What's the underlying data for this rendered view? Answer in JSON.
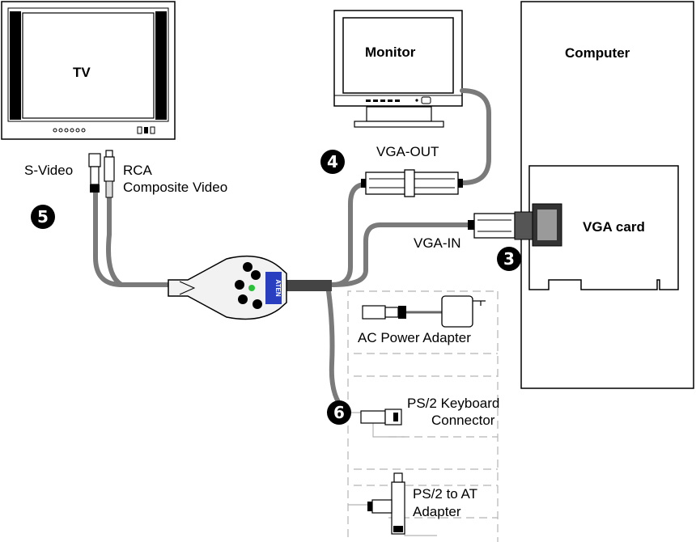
{
  "labels": {
    "tv": "TV",
    "monitor": "Monitor",
    "computer": "Computer",
    "vga_card": "VGA card",
    "vga_out": "VGA-OUT",
    "vga_in": "VGA-IN",
    "s_video": "S-Video",
    "rca": "RCA",
    "composite_video": "Composite Video",
    "ac_power_adapter": "AC Power Adapter",
    "ps2_keyboard_line1": "PS/2 Keyboard",
    "ps2_keyboard_line2": "Connector",
    "ps2_to_at_line1": "PS/2 to AT",
    "ps2_to_at_line2": "Adapter",
    "device_brand": "ATEN"
  },
  "steps": {
    "step_3": "3",
    "step_4": "4",
    "step_5": "5",
    "step_6": "6"
  },
  "colors": {
    "cable": "#7a7a7a",
    "dashed_guide": "#b5b5b5",
    "device_body": "#f2f2f2",
    "device_accent": "#2a3fbf",
    "status_led": "#2bbf3a"
  }
}
